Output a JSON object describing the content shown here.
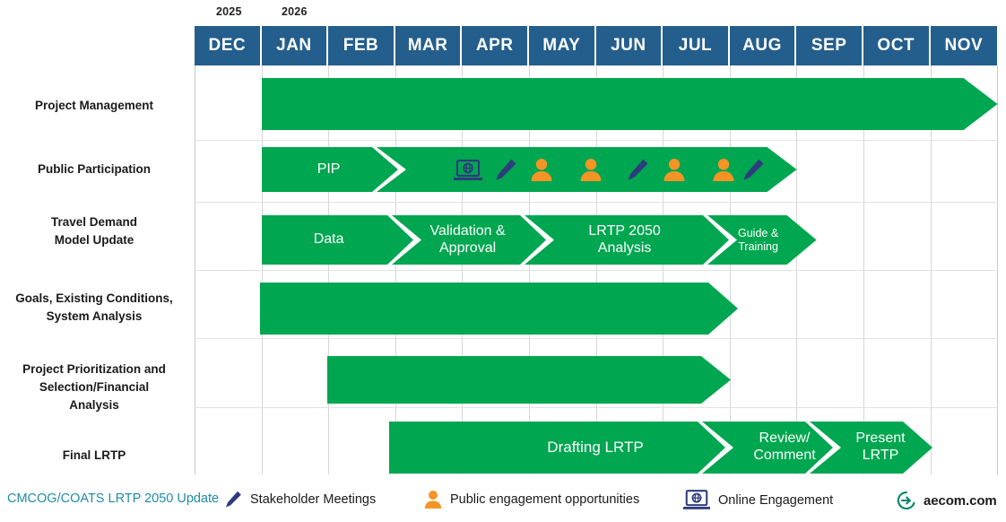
{
  "chart_data": {
    "type": "bar",
    "title": "CMCOG/COATS LRTP 2050 Update",
    "xlabel": "",
    "ylabel": "",
    "orientation": "horizontal-gantt",
    "grid": true,
    "legend_position": "bottom",
    "categories": [
      "DEC",
      "JAN",
      "FEB",
      "MAR",
      "APR",
      "MAY",
      "JUN",
      "JUL",
      "AUG",
      "SEP",
      "OCT",
      "NOV"
    ],
    "years": [
      {
        "label": "2025",
        "start_month": "DEC"
      },
      {
        "label": "2026",
        "start_month": "JAN"
      }
    ],
    "tasks": [
      {
        "name": "Project Management",
        "start_month": "JAN",
        "end_month": "NOV",
        "segments": [
          {
            "label": "",
            "start_month": "JAN",
            "end_month": "NOV"
          }
        ]
      },
      {
        "name": "Public Participation",
        "start_month": "JAN",
        "end_month": "AUG",
        "segments": [
          {
            "label": "PIP",
            "start_month": "JAN",
            "end_month": "FEB"
          },
          {
            "label": "",
            "start_month": "MAR",
            "end_month": "AUG"
          }
        ],
        "markers": [
          {
            "icon": "laptop-icon",
            "month": "APR"
          },
          {
            "icon": "pencil-icon",
            "month": "APR"
          },
          {
            "icon": "person-icon",
            "month": "MAY"
          },
          {
            "icon": "person-icon",
            "month": "JUN"
          },
          {
            "icon": "pencil-icon",
            "month": "JUN"
          },
          {
            "icon": "person-icon",
            "month": "JUL"
          },
          {
            "icon": "person-icon",
            "month": "AUG"
          },
          {
            "icon": "pencil-icon",
            "month": "AUG"
          }
        ]
      },
      {
        "name": "Travel Demand\nModel Update",
        "name_lines": [
          "Travel Demand",
          "Model Update"
        ],
        "start_month": "JAN",
        "end_month": "AUG",
        "segments": [
          {
            "label": "Data",
            "start_month": "JAN",
            "end_month": "FEB"
          },
          {
            "label": "Validation &\nApproval",
            "lines": [
              "Validation &",
              "Approval"
            ],
            "start_month": "MAR",
            "end_month": "APR"
          },
          {
            "label": "LRTP 2050\nAnalysis",
            "lines": [
              "LRTP 2050",
              "Analysis"
            ],
            "start_month": "MAY",
            "end_month": "JUL"
          },
          {
            "label": "Guide &\nTraining",
            "lines": [
              "Guide &",
              "Training"
            ],
            "start_month": "AUG",
            "end_month": "AUG"
          }
        ]
      },
      {
        "name": "Goals, Existing Conditions,\nSystem Analysis",
        "name_lines": [
          "Goals, Existing Conditions,",
          "System Analysis"
        ],
        "start_month": "JAN",
        "end_month": "AUG",
        "segments": [
          {
            "label": "",
            "start_month": "JAN",
            "end_month": "AUG"
          }
        ]
      },
      {
        "name": "Project Prioritization and\nSelection/Financial\nAnalysis",
        "name_lines": [
          "Project Prioritization and",
          "Selection/Financial",
          "Analysis"
        ],
        "start_month": "FEB",
        "end_month": "AUG",
        "segments": [
          {
            "label": "",
            "start_month": "FEB",
            "end_month": "AUG"
          }
        ]
      },
      {
        "name": "Final LRTP",
        "name_lines": [
          "Final LRTP"
        ],
        "start_month": "MAR",
        "end_month": "NOV",
        "segments": [
          {
            "label": "Drafting LRTP",
            "lines": [
              "Drafting LRTP"
            ],
            "start_month": "MAR",
            "end_month": "AUG"
          },
          {
            "label": "Review/\nComment",
            "lines": [
              "Review/",
              "Comment"
            ],
            "start_month": "SEP",
            "end_month": "SEP"
          },
          {
            "label": "Present\nLRTP",
            "lines": [
              "Present",
              "LRTP"
            ],
            "start_month": "OCT",
            "end_month": "NOV"
          }
        ]
      }
    ],
    "colors": {
      "bar_green": "#00a650",
      "header_blue": "#245e8c",
      "icon_orange": "#f59425",
      "icon_navy": "#2e3c7e",
      "legend_title_teal": "#1f8ba8",
      "aecom_green": "#00866f",
      "gridline": "#d6d6d6"
    }
  },
  "header": {
    "months": [
      "DEC",
      "JAN",
      "FEB",
      "MAR",
      "APR",
      "MAY",
      "JUN",
      "JUL",
      "AUG",
      "SEP",
      "OCT",
      "NOV"
    ],
    "years": [
      "2025",
      "2026"
    ]
  },
  "rows": {
    "labels": [
      {
        "lines": [
          "Project Management"
        ]
      },
      {
        "lines": [
          "Public Participation"
        ]
      },
      {
        "lines": [
          "Travel Demand",
          "Model Update"
        ]
      },
      {
        "lines": [
          "Goals, Existing Conditions,",
          "System Analysis"
        ]
      },
      {
        "lines": [
          "Project Prioritization and",
          "Selection/Financial",
          "Analysis"
        ]
      },
      {
        "lines": [
          "Final LRTP"
        ]
      }
    ]
  },
  "bars": {
    "public_participation": {
      "seg1": "PIP"
    },
    "travel_demand": {
      "seg1": "Data",
      "seg2_l1": "Validation &",
      "seg2_l2": "Approval",
      "seg3_l1": "LRTP 2050",
      "seg3_l2": "Analysis",
      "seg4_l1": "Guide &",
      "seg4_l2": "Training"
    },
    "final_lrtp": {
      "seg1": "Drafting LRTP",
      "seg2_l1": "Review/",
      "seg2_l2": "Comment",
      "seg3_l1": "Present",
      "seg3_l2": "LRTP"
    }
  },
  "legend": {
    "title": "CMCOG/COATS LRTP 2050 Update",
    "items": [
      {
        "icon": "pencil-icon",
        "label": "Stakeholder Meetings"
      },
      {
        "icon": "person-icon",
        "label": "Public engagement opportunities"
      },
      {
        "icon": "laptop-icon",
        "label": "Online Engagement"
      }
    ],
    "brand": "aecom.com"
  }
}
